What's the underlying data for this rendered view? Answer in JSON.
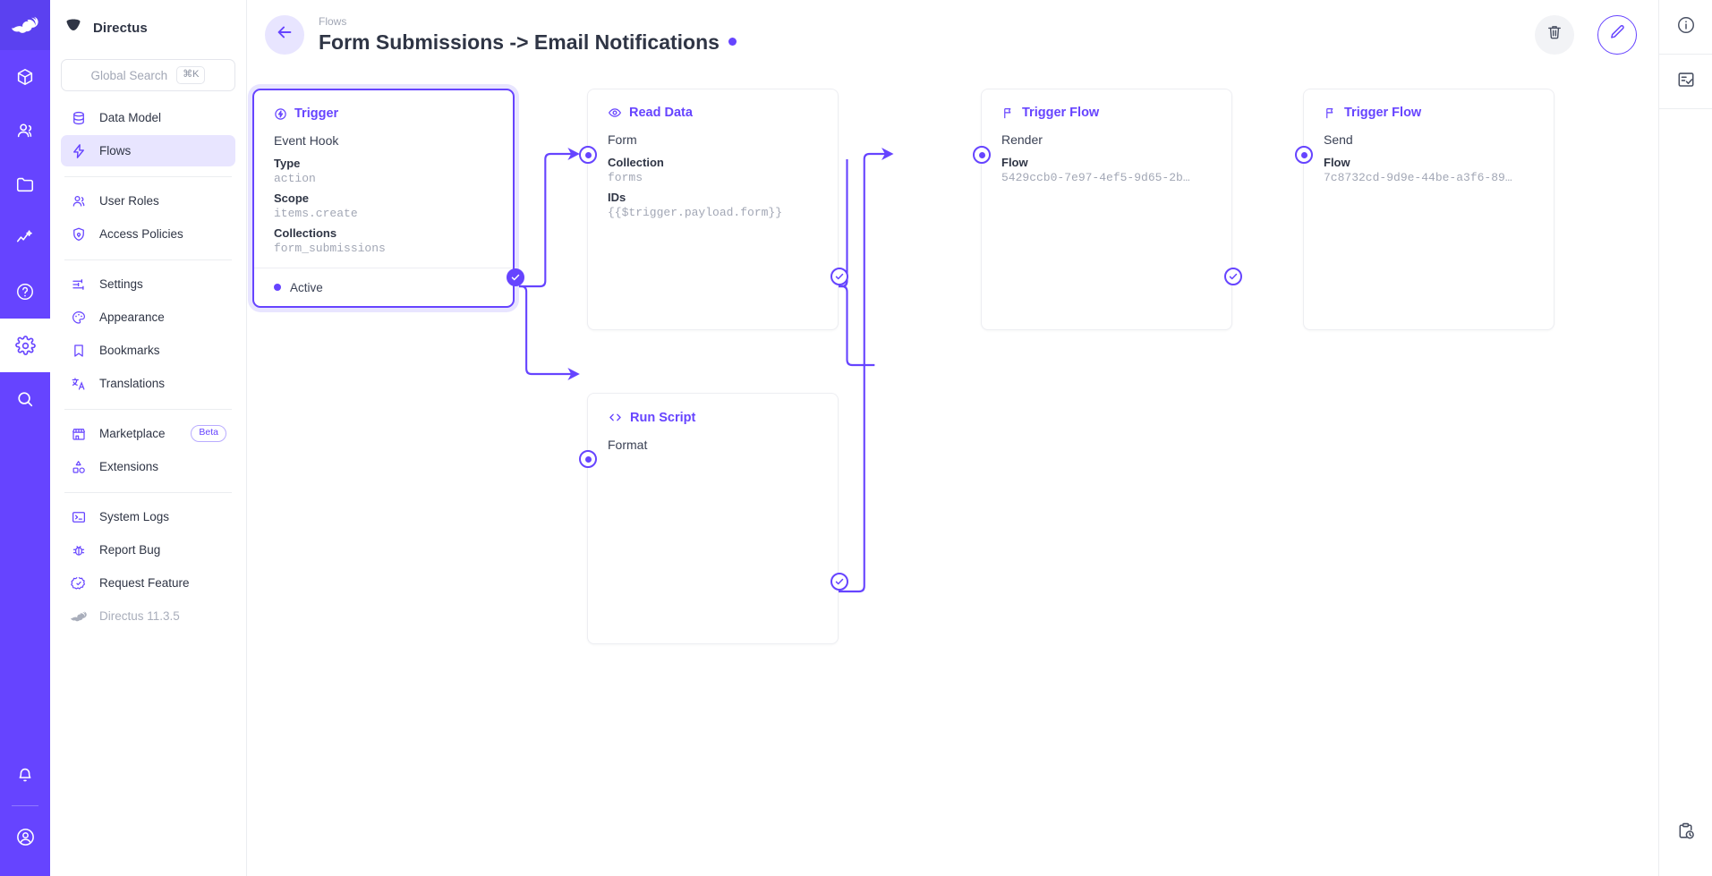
{
  "module_rail": {
    "items": [
      {
        "name": "directus-logo-icon",
        "label": "Directus"
      },
      {
        "name": "content-cube-icon",
        "label": "Content"
      },
      {
        "name": "users-icon",
        "label": "User Directory"
      },
      {
        "name": "files-folder-icon",
        "label": "File Library"
      },
      {
        "name": "insights-icon",
        "label": "Insights"
      },
      {
        "name": "help-circle-icon",
        "label": "Help"
      },
      {
        "name": "settings-gear-icon",
        "label": "Settings"
      },
      {
        "name": "search-icon",
        "label": "Search"
      }
    ],
    "bottom": [
      {
        "name": "notifications-bell-icon",
        "label": "Notifications"
      },
      {
        "name": "account-avatar-icon",
        "label": "Account"
      }
    ],
    "active_module": "settings-gear-icon",
    "accent": "#6644ff"
  },
  "sidebar": {
    "brand": "Directus",
    "search": {
      "placeholder": "Global Search",
      "shortcut": "⌘K"
    },
    "groups": [
      {
        "items": [
          {
            "label": "Data Model",
            "icon": "database-icon",
            "selected": false
          },
          {
            "label": "Flows",
            "icon": "lightning-bolt-icon",
            "selected": true
          }
        ]
      },
      {
        "items": [
          {
            "label": "User Roles",
            "icon": "users-icon",
            "selected": false
          },
          {
            "label": "Access Policies",
            "icon": "shield-lock-icon",
            "selected": false
          }
        ]
      },
      {
        "items": [
          {
            "label": "Settings",
            "icon": "sliders-icon",
            "selected": false
          },
          {
            "label": "Appearance",
            "icon": "palette-icon",
            "selected": false
          },
          {
            "label": "Bookmarks",
            "icon": "bookmark-icon",
            "selected": false
          },
          {
            "label": "Translations",
            "icon": "translate-icon",
            "selected": false
          }
        ]
      },
      {
        "items": [
          {
            "label": "Marketplace",
            "icon": "storefront-icon",
            "badge": "Beta",
            "selected": false
          },
          {
            "label": "Extensions",
            "icon": "extensions-icon",
            "selected": false
          }
        ]
      },
      {
        "items": [
          {
            "label": "System Logs",
            "icon": "terminal-icon",
            "selected": false
          },
          {
            "label": "Report Bug",
            "icon": "bug-icon",
            "selected": false
          },
          {
            "label": "Request Feature",
            "icon": "feature-check-icon",
            "selected": false
          },
          {
            "label": "Directus 11.3.5",
            "icon": "directus-rabbit-icon",
            "selected": false,
            "muted": true
          }
        ]
      }
    ]
  },
  "header": {
    "breadcrumb": "Flows",
    "title": "Form Submissions -> Email Notifications",
    "status_dot_color": "#6644ff",
    "back_icon": "arrow-left-icon",
    "actions": [
      {
        "name": "delete-flow-button",
        "icon": "trash-icon"
      },
      {
        "name": "edit-flow-button",
        "icon": "pencil-icon"
      }
    ]
  },
  "right_bar": {
    "items": [
      {
        "name": "info-sidebar-button",
        "icon": "info-circle-icon"
      },
      {
        "name": "logs-sidebar-button",
        "icon": "list-check-icon"
      }
    ],
    "bottom": [
      {
        "name": "flow-history-button",
        "icon": "clipboard-clock-icon"
      }
    ]
  },
  "canvas": {
    "nodes": [
      {
        "id": "trigger",
        "type_label": "Trigger",
        "type_icon": "bolt-circle-icon",
        "subtitle": "Event Hook",
        "selected": true,
        "fields": [
          {
            "label": "Type",
            "value": "action"
          },
          {
            "label": "Scope",
            "value": "items.create"
          },
          {
            "label": "Collections",
            "value": "form_submissions"
          }
        ],
        "status": "Active"
      },
      {
        "id": "read-data",
        "type_label": "Read Data",
        "type_icon": "eye-icon",
        "subtitle": "Form",
        "selected": false,
        "fields": [
          {
            "label": "Collection",
            "value": "forms"
          },
          {
            "label": "IDs",
            "value": "{{$trigger.payload.form}}"
          }
        ]
      },
      {
        "id": "run-script",
        "type_label": "Run Script",
        "type_icon": "code-brackets-icon",
        "subtitle": "Format",
        "selected": false,
        "fields": []
      },
      {
        "id": "trigger-flow-render",
        "type_label": "Trigger Flow",
        "type_icon": "flag-icon",
        "subtitle": "Render",
        "selected": false,
        "fields": [
          {
            "label": "Flow",
            "value": "5429ccb0-7e97-4ef5-9d65-2b…"
          }
        ]
      },
      {
        "id": "trigger-flow-send",
        "type_label": "Trigger Flow",
        "type_icon": "flag-icon",
        "subtitle": "Send",
        "selected": false,
        "fields": [
          {
            "label": "Flow",
            "value": "7c8732cd-9d9e-44be-a3f6-89…"
          }
        ]
      }
    ],
    "edge_color": "#6644ff"
  }
}
